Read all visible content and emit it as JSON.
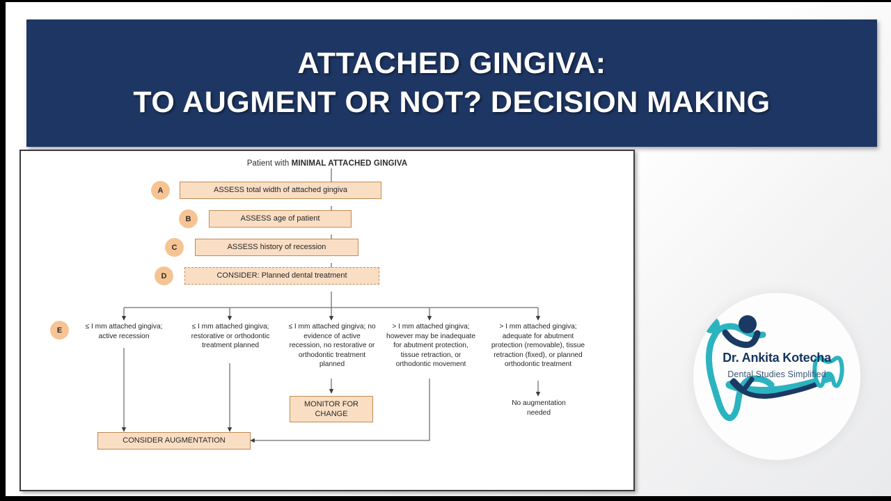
{
  "slide": {
    "banner": {
      "title_line_1": "ATTACHED GINGIVA:",
      "title_line_2": "TO AUGMENT OR NOT? DECISION MAKING",
      "background_color": "#1e3663",
      "text_color": "#ffffff"
    },
    "colors": {
      "node_fill": "#fadec4",
      "node_border": "#c08a55",
      "badge_fill": "#f6c493",
      "connector": "#6f6f6f"
    }
  },
  "flowchart": {
    "type": "decision-tree",
    "heading_prefix": "Patient with ",
    "heading_emphasis": "MINIMAL ATTACHED GINGIVA",
    "steps": [
      {
        "badge": "A",
        "label": "ASSESS total width of attached gingiva",
        "dashed": false
      },
      {
        "badge": "B",
        "label": "ASSESS age of patient",
        "dashed": false
      },
      {
        "badge": "C",
        "label": "ASSESS history of recession",
        "dashed": false
      },
      {
        "badge": "D",
        "label": "CONSIDER: Planned dental treatment",
        "dashed": true
      }
    ],
    "branch_badge": "E",
    "branches": [
      {
        "text": "≤ I mm attached gingiva; active recession",
        "outcome": "consider-augmentation"
      },
      {
        "text": "≤ I mm attached gingiva; restorative or orthodontic treatment planned",
        "outcome": "consider-augmentation"
      },
      {
        "text": "≤ I mm attached gingiva; no evidence of active recession, no restorative or orthodontic treatment planned",
        "outcome": "monitor-for-change"
      },
      {
        "text": "> I mm attached gingiva;  however may be inadequate for abutment protection, tissue retraction, or orthodontic movement",
        "outcome": "consider-augmentation"
      },
      {
        "text": "> I mm attached gingiva; adequate for abutment protection (removable), tissue retraction (fixed), or planned orthodontic treatment",
        "outcome": "no-augmentation-needed"
      }
    ],
    "outcomes": {
      "monitor": "MONITOR FOR CHANGE",
      "monitor_line_1": "MONITOR FOR",
      "monitor_line_2": "CHANGE",
      "no_augmentation_line_1": "No augmentation",
      "no_augmentation_line_2": "needed",
      "consider_augmentation": "CONSIDER AUGMENTATION"
    }
  },
  "logo": {
    "name": "Dr. Ankita Kotecha",
    "tagline": "Dental Studies Simplified",
    "teal": "#2bb3c0",
    "navy": "#1b3a63"
  }
}
